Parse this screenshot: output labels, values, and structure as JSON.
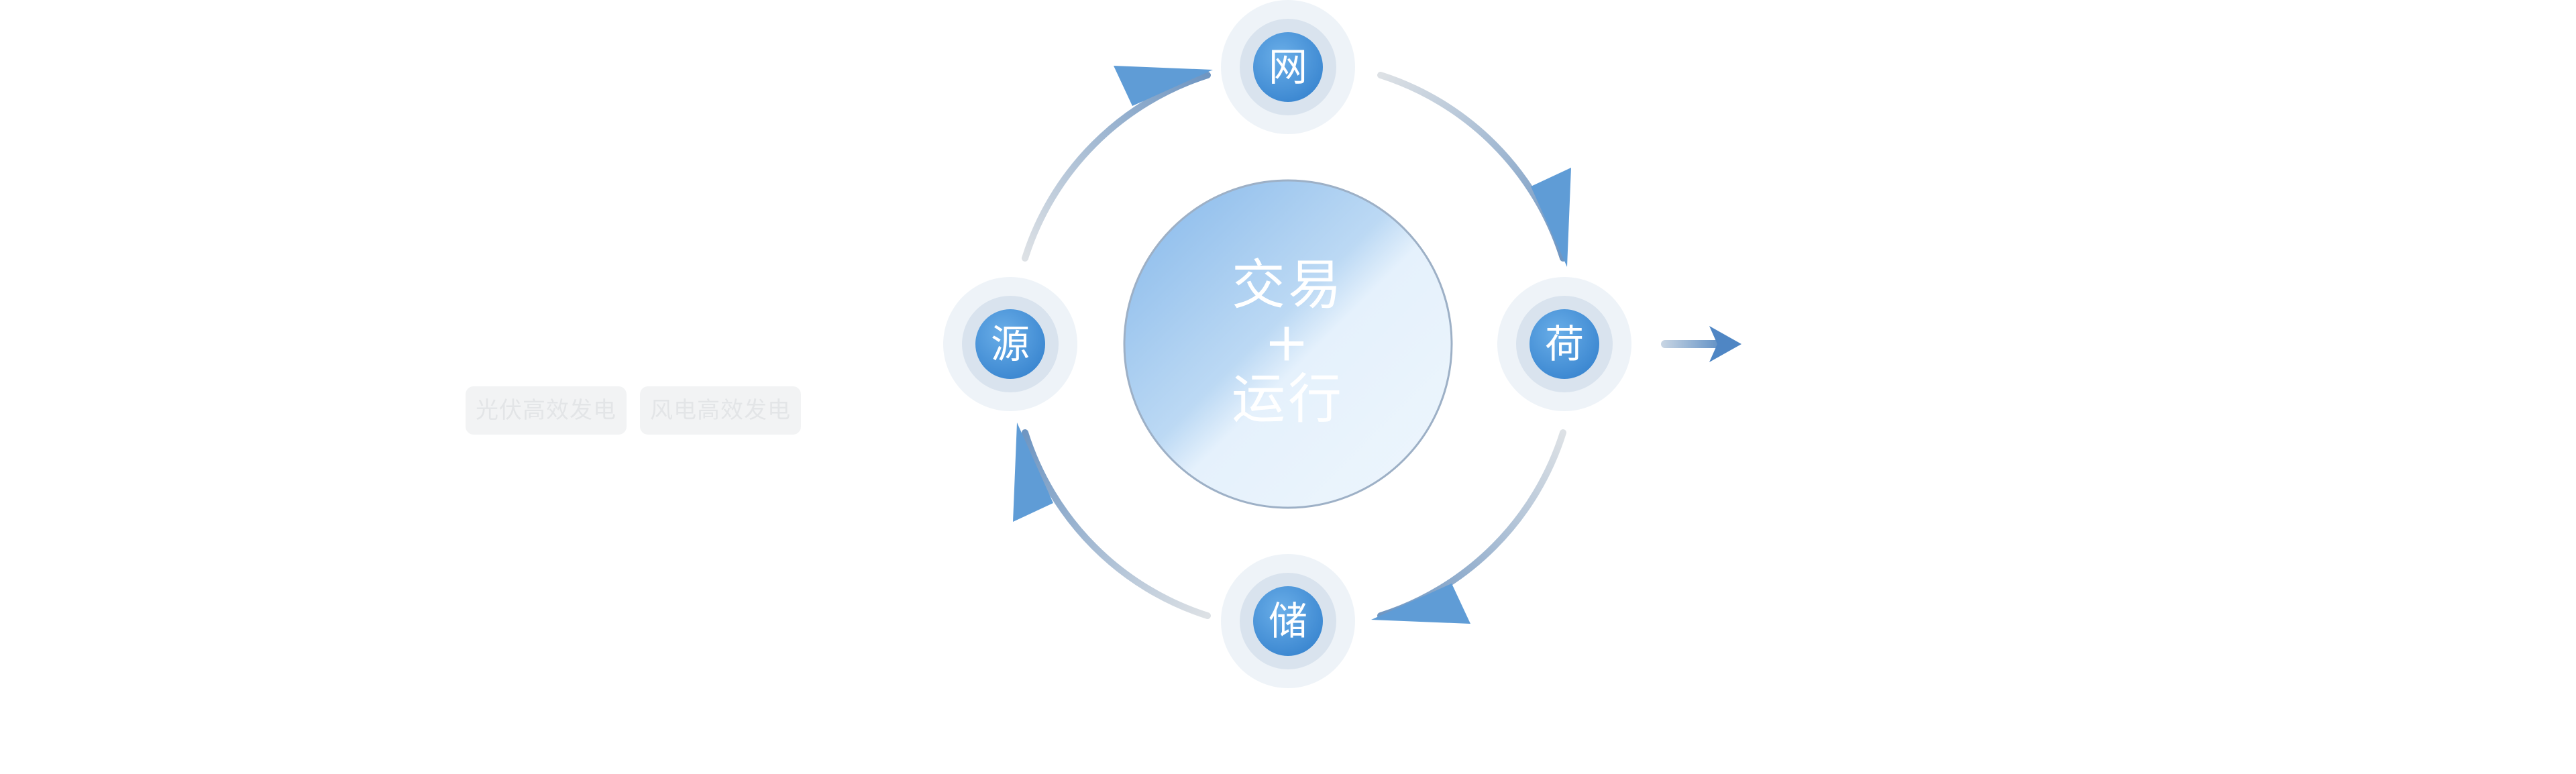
{
  "center": {
    "line1": "交易",
    "line2": "+",
    "line3": "运行"
  },
  "nodes": {
    "top": "网",
    "right": "荷",
    "bottom": "储",
    "left": "源"
  },
  "tags": [
    "光伏高效发电",
    "风电高效发电"
  ],
  "colors": {
    "node_blue": "#4a95d8",
    "arrow_blue": "#5f9cd6",
    "arc_gray": "#c9cdd2",
    "halo": "#eef3f8"
  }
}
